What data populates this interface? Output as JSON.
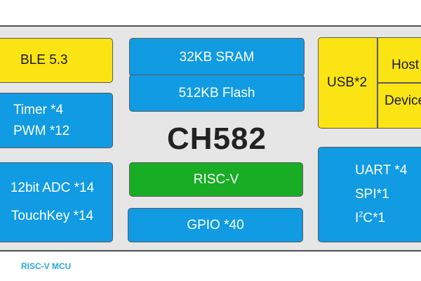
{
  "chip_name": "CH582",
  "caption": "RISC-V MCU",
  "blocks": {
    "ble": "BLE 5.3",
    "sram": "32KB SRAM",
    "flash": "512KB Flash",
    "timer": "Timer *4",
    "pwm": "PWM *12",
    "adc": "12bit ADC *14",
    "touchkey": "TouchKey *14",
    "riscv": "RISC-V",
    "gpio": "GPIO *40",
    "usb": "USB*2",
    "host": "Host",
    "device": "Device",
    "uart": "UART *4",
    "spi": "SPI*1",
    "i2c_prefix": "I",
    "i2c_sup": "2",
    "i2c_suffix": "C*1"
  },
  "colors": {
    "peripheral_blue": "#119be3",
    "highlight_yellow": "#fbe414",
    "core_green": "#19ad25",
    "chip_body": "#e6e6e6",
    "caption": "#2aa7d9"
  }
}
